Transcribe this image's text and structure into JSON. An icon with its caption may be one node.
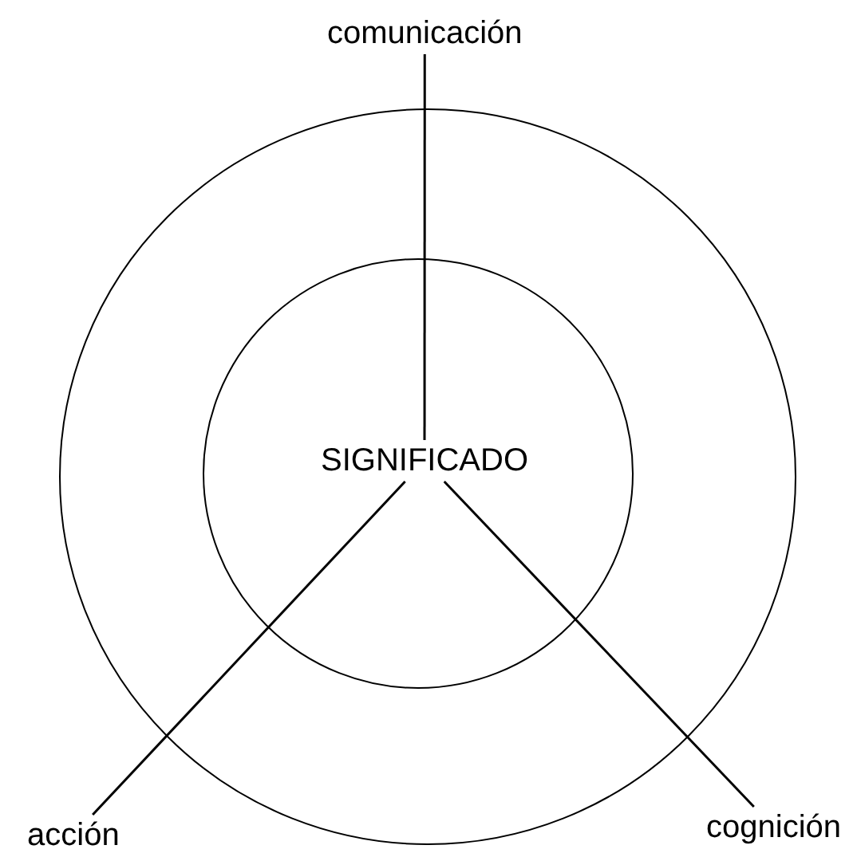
{
  "diagram": {
    "nodes": [
      {
        "text": [],
        "shape": "circle"
      },
      {
        "text": [],
        "shape": "circle",
        "in": 0
      },
      {
        "text": [
          "SIGNIFICADO"
        ],
        "in": 1
      },
      {
        "text": [
          "comunicación"
        ]
      },
      {
        "text": [
          "acción"
        ]
      },
      {
        "text": [
          "cognición"
        ]
      }
    ],
    "edges": [
      {
        "from": 2,
        "to": 3,
        "arrow": "none"
      },
      {
        "from": 2,
        "to": 4,
        "arrow": "none"
      },
      {
        "from": 2,
        "to": 5,
        "arrow": "none"
      }
    ]
  }
}
